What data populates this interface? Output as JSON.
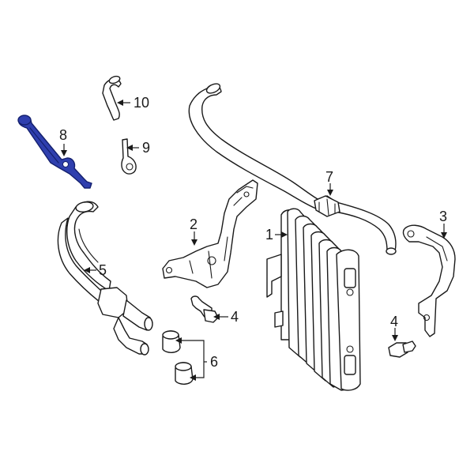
{
  "diagram": {
    "highlight_color": "#2f3fae",
    "callouts": [
      {
        "id": "c1",
        "label": "1"
      },
      {
        "id": "c2",
        "label": "2"
      },
      {
        "id": "c3",
        "label": "3"
      },
      {
        "id": "c4a",
        "label": "4"
      },
      {
        "id": "c4b",
        "label": "4"
      },
      {
        "id": "c5",
        "label": "5"
      },
      {
        "id": "c6",
        "label": "6"
      },
      {
        "id": "c7",
        "label": "7"
      },
      {
        "id": "c8",
        "label": "8"
      },
      {
        "id": "c9",
        "label": "9"
      },
      {
        "id": "c10",
        "label": "10"
      }
    ]
  }
}
